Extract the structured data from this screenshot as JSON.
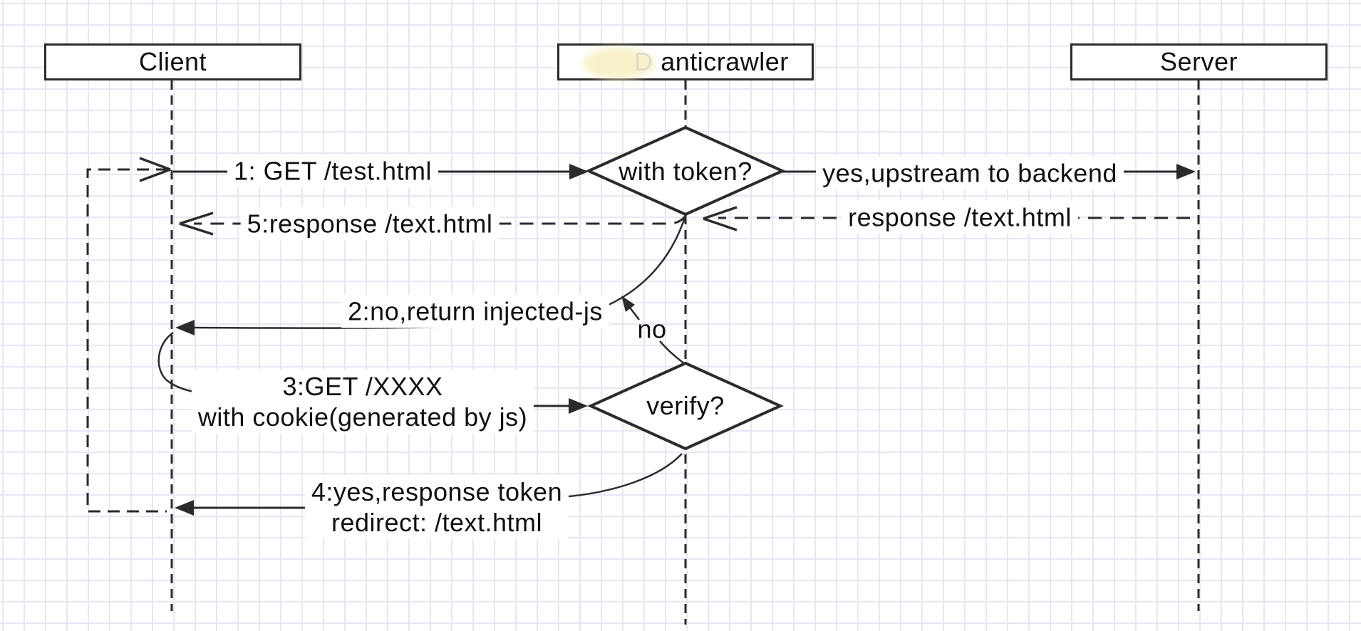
{
  "diagram": {
    "actors": [
      {
        "label": "Client"
      },
      {
        "label": "anticrawler",
        "ghost": "D"
      },
      {
        "label": "Server"
      }
    ],
    "decisions": [
      {
        "label": "with token?"
      },
      {
        "label": "verify?"
      }
    ],
    "messages": {
      "m1": "1: GET /test.html",
      "yes_upstream": "yes,upstream to backend",
      "server_response": "response /text.html",
      "m5": "5:response /text.html",
      "m2": "2:no,return injected-js",
      "no_branch": "no",
      "m3_line1": "3:GET /XXXX",
      "m3_line2": "with cookie(generated by js)",
      "m4_line1": "4:yes,response token",
      "m4_line2": "redirect: /text.html"
    },
    "colors": {
      "stroke": "#2b2b2b",
      "grid_line": "#e8e6f4",
      "background": "#ffffff",
      "highlight": "#f7f0c2",
      "text": "#111111"
    }
  }
}
